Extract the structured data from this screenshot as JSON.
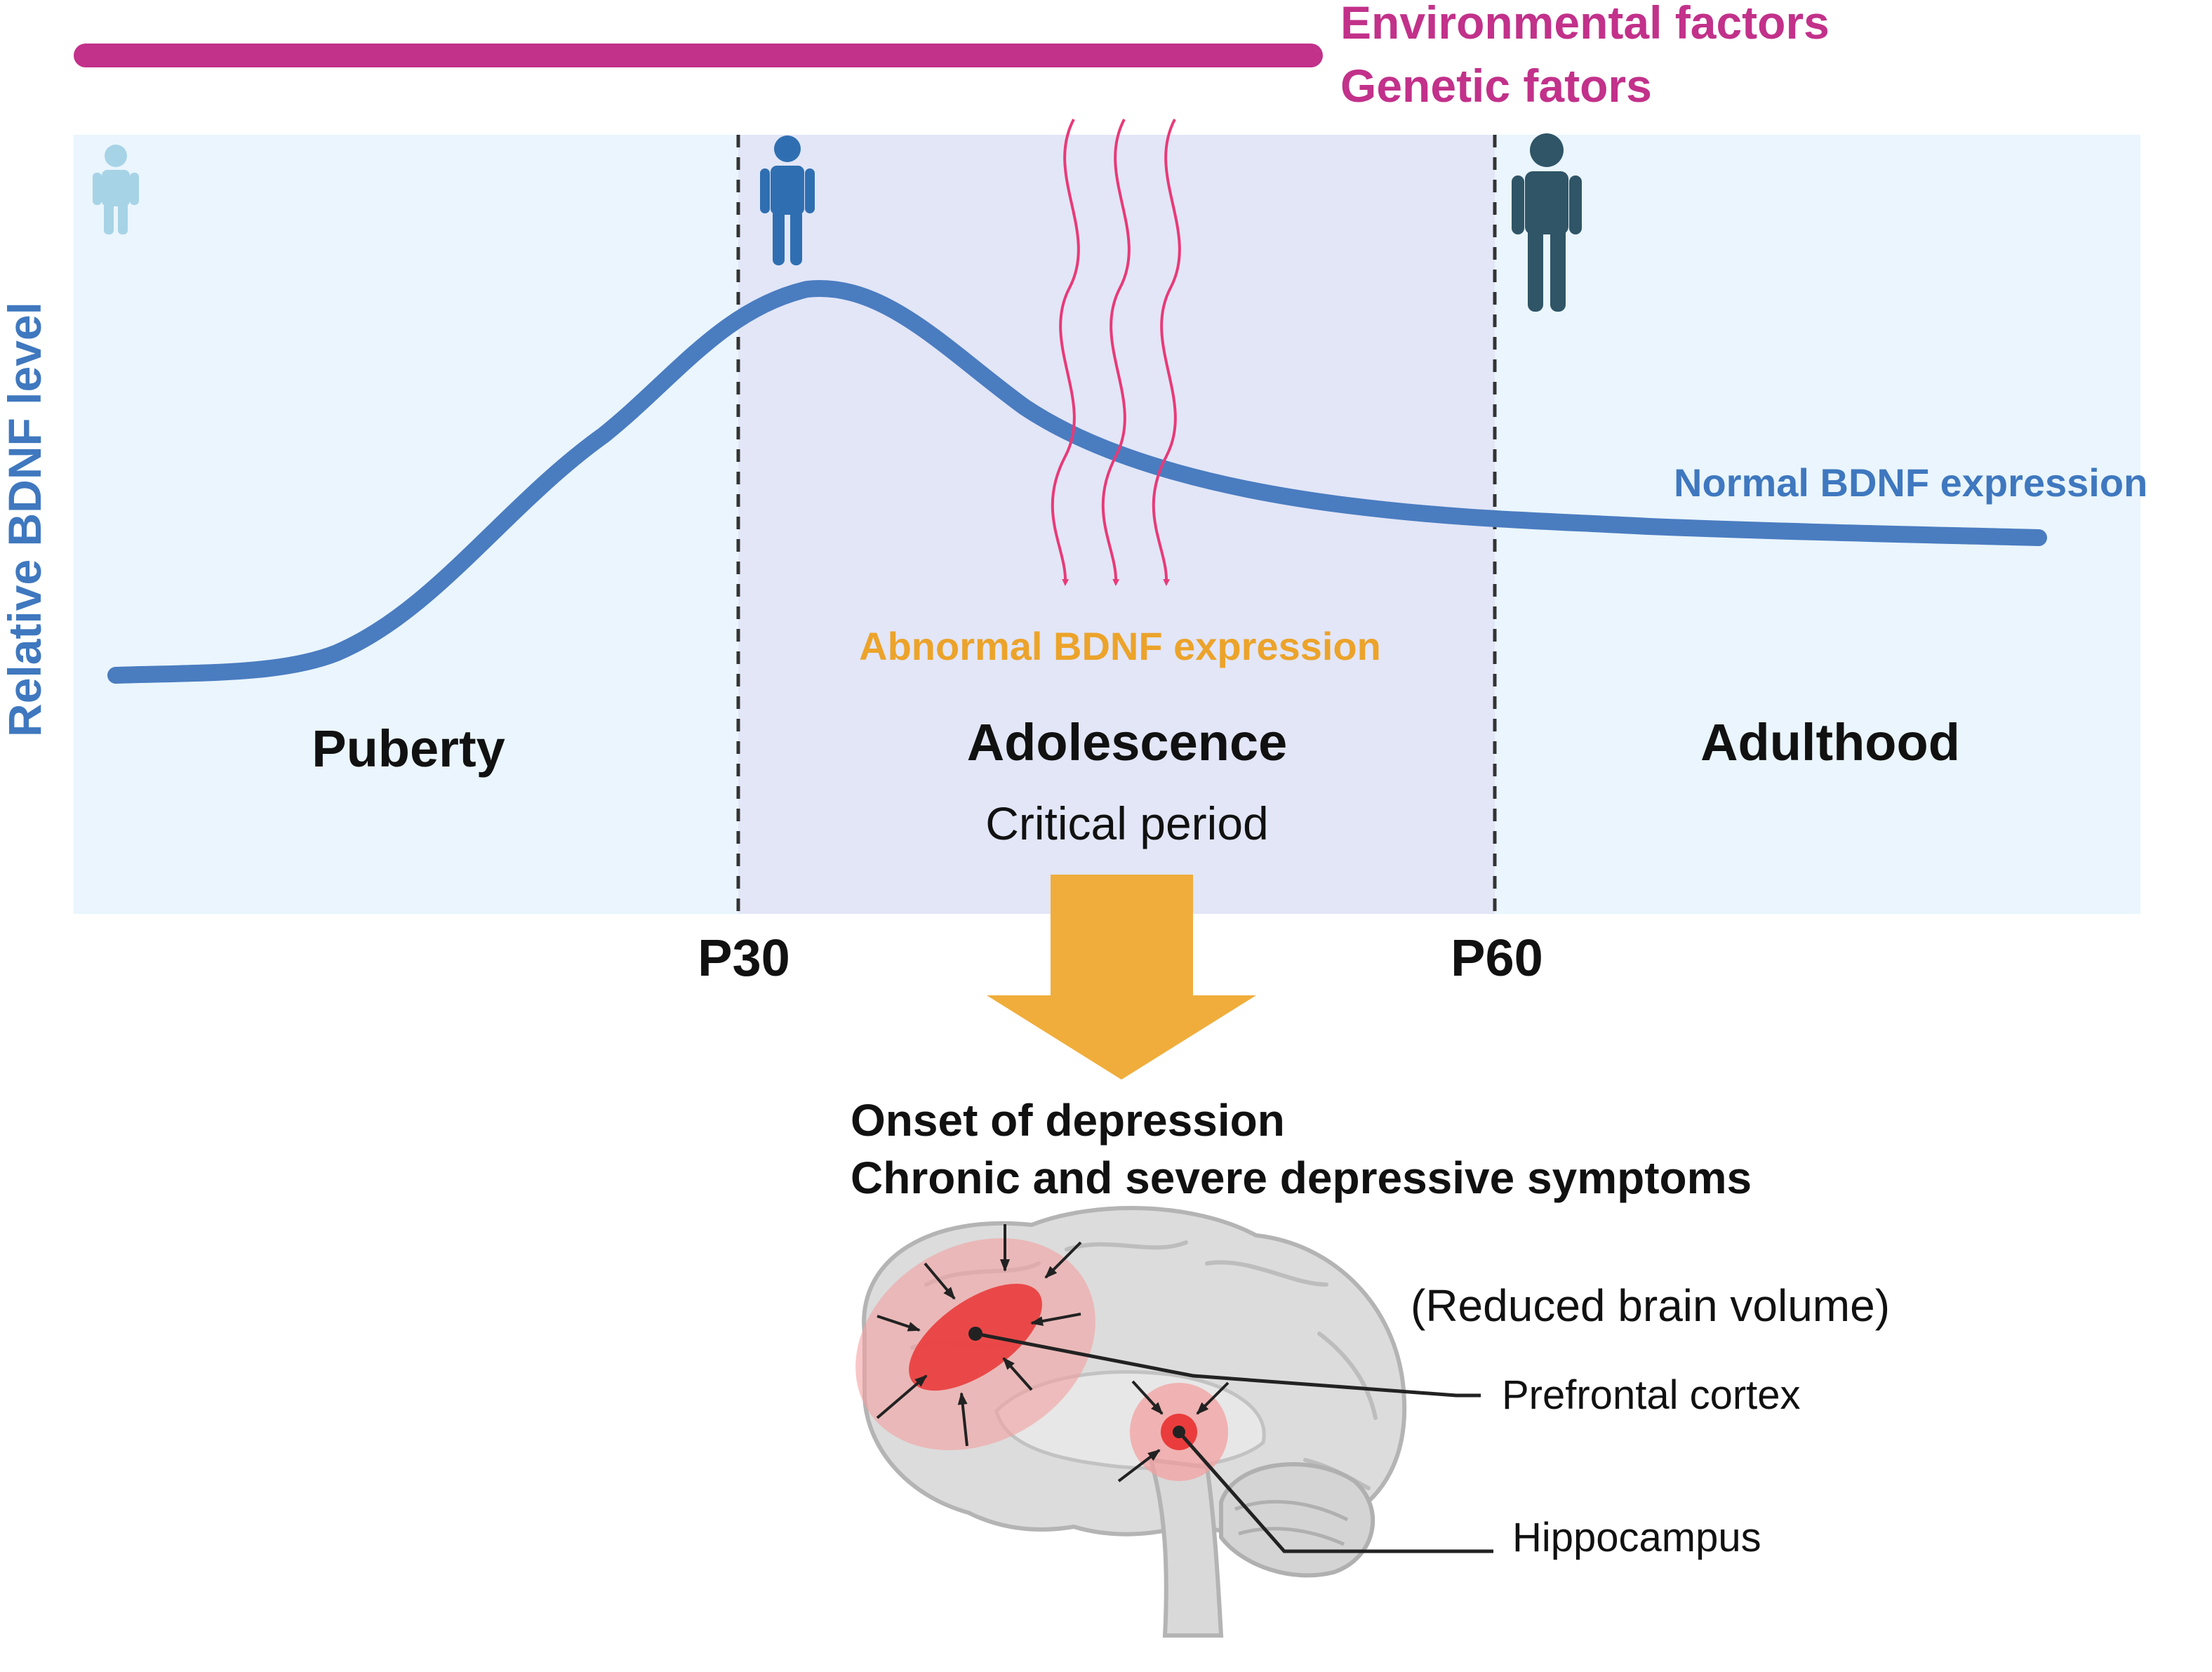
{
  "factors": {
    "environmental": "Environmental factors",
    "genetic": "Genetic fators"
  },
  "y_axis_label": "Relative BDNF level",
  "curve": {
    "normal_label": "Normal BDNF expression",
    "abnormal_label": "Abnormal BDNF expression"
  },
  "stages": {
    "puberty": "Puberty",
    "adolescence": "Adolescence",
    "critical": "Critical period",
    "adulthood": "Adulthood"
  },
  "markers": {
    "p30": "P30",
    "p60": "P60"
  },
  "outcome": {
    "line1": "Onset of depression",
    "line2": "Chronic and severe depressive symptoms"
  },
  "brain": {
    "volume_note": "(Reduced brain volume)",
    "pfc": "Prefrontal cortex",
    "hippocampus": "Hippocampus"
  },
  "colors": {
    "magenta": "#c2318a",
    "curve_blue": "#4a7cc0",
    "label_blue": "#3f78bf",
    "orange_text": "#eca32a",
    "orange_arrow": "#f0ad3b",
    "panel_light": "#eaf5fd",
    "panel_critical": "#e2e6f7",
    "pink_wave": "#e83a78"
  }
}
